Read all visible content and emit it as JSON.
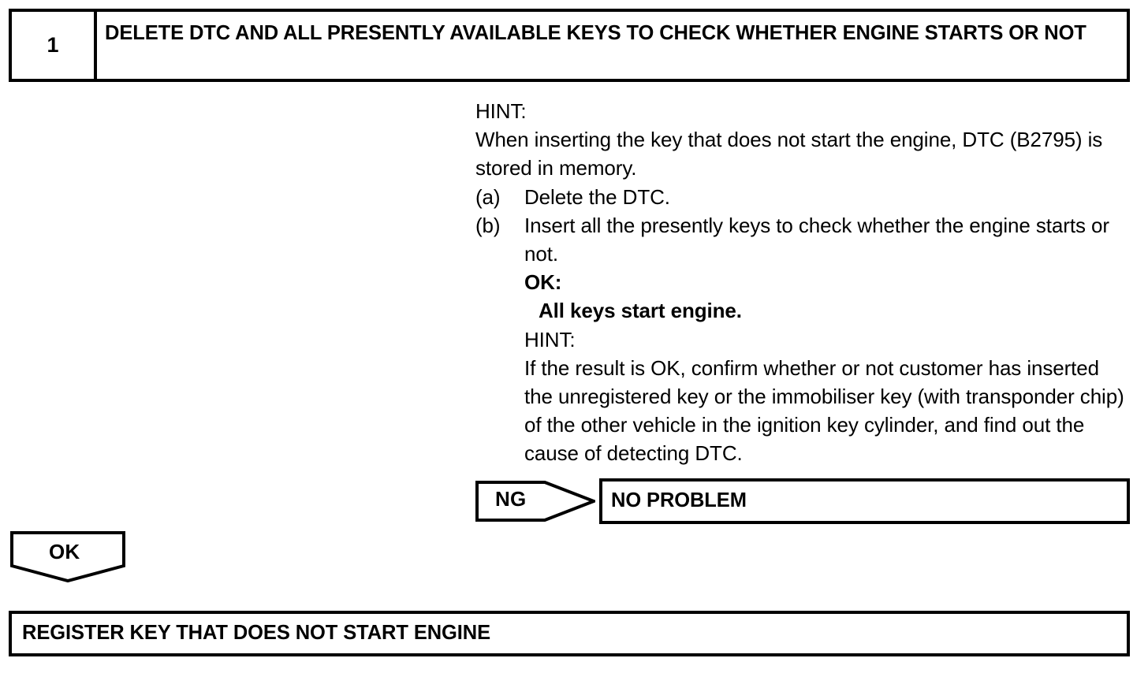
{
  "step": {
    "number": "1",
    "title": "DELETE DTC AND ALL PRESENTLY AVAILABLE KEYS TO CHECK WHETHER ENGINE STARTS OR NOT"
  },
  "procedure": {
    "hint_1_label": "HINT:",
    "hint_1_text": "When inserting the key that does not start the engine, DTC (B2795) is stored in memory.",
    "steps": [
      {
        "tag": "(a)",
        "text": "Delete the DTC."
      },
      {
        "tag": "(b)",
        "text": "Insert all the presently keys to check whether the engine starts or not."
      }
    ],
    "ok_label": "OK:",
    "ok_value": "All keys start engine.",
    "hint_2_label": "HINT:",
    "hint_2_text": "If the result is OK, confirm whether or not customer has inserted the unregistered key or the immobiliser key (with transponder chip) of the other vehicle in the ignition key cylinder, and find out the cause of detecting DTC."
  },
  "branches": {
    "ng_label": "NG",
    "ng_result": "NO PROBLEM",
    "ok_label": "OK",
    "ok_result": "REGISTER KEY THAT DOES NOT START ENGINE"
  },
  "colors": {
    "ink": "#000000",
    "paper": "#ffffff"
  }
}
